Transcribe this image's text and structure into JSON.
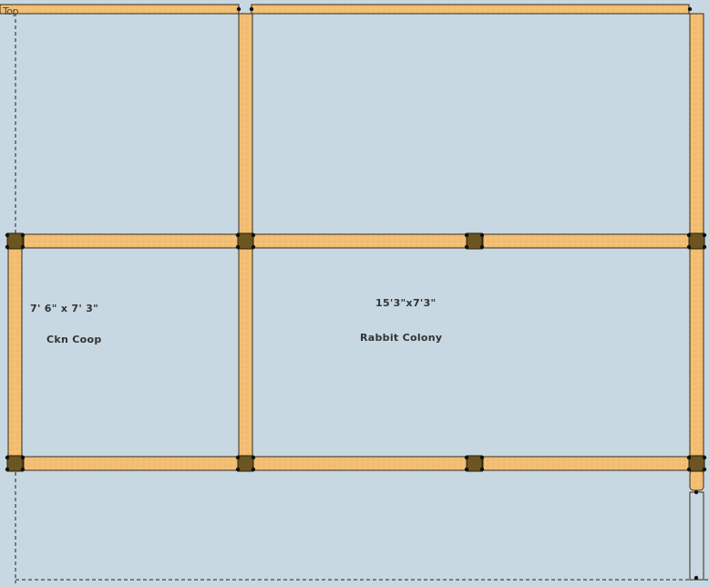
{
  "view": {
    "label": "Top"
  },
  "rooms": [
    {
      "name": "Ckn Coop",
      "dimensions": "7' 6\" x 7' 3\""
    },
    {
      "name": "Rabbit Colony",
      "dimensions": "15'3\"x7'3\""
    }
  ],
  "colors": {
    "background": "#c7d8e2",
    "beam_fill": "#f2bf74",
    "beam_outline": "#3a2a18",
    "post_fill": "#6b5520",
    "guide_line": "#222222"
  }
}
